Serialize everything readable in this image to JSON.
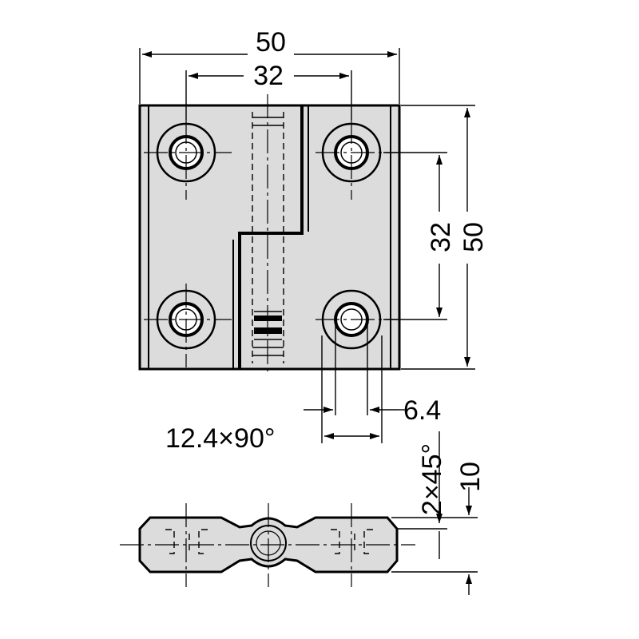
{
  "drawing": {
    "dimensions": {
      "overall_width": "50",
      "hole_spacing_horizontal": "32",
      "hole_spacing_vertical": "32",
      "overall_height": "50",
      "hole_diameter": "6.4",
      "countersink": "12.4×90°",
      "chamfer": "2×45°",
      "thickness": "10"
    }
  }
}
